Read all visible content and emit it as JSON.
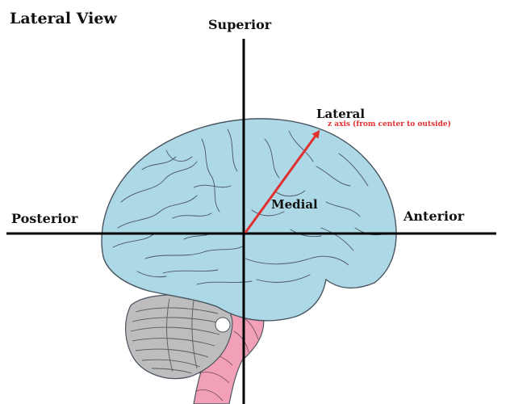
{
  "title": "Lateral View",
  "labels": {
    "superior": "Superior",
    "posterior": "Posterior",
    "anterior": "Anterior",
    "lateral": "Lateral",
    "medial": "Medial",
    "z_axis": "z axis (from center to outside)"
  },
  "colors": {
    "cerebrum": "#add8e6",
    "cerebellum": "#bdbdbd",
    "brainstem": "#f2a0b8",
    "outline": "#4a5560",
    "axis": "#000000",
    "arrow": "#e03030"
  }
}
